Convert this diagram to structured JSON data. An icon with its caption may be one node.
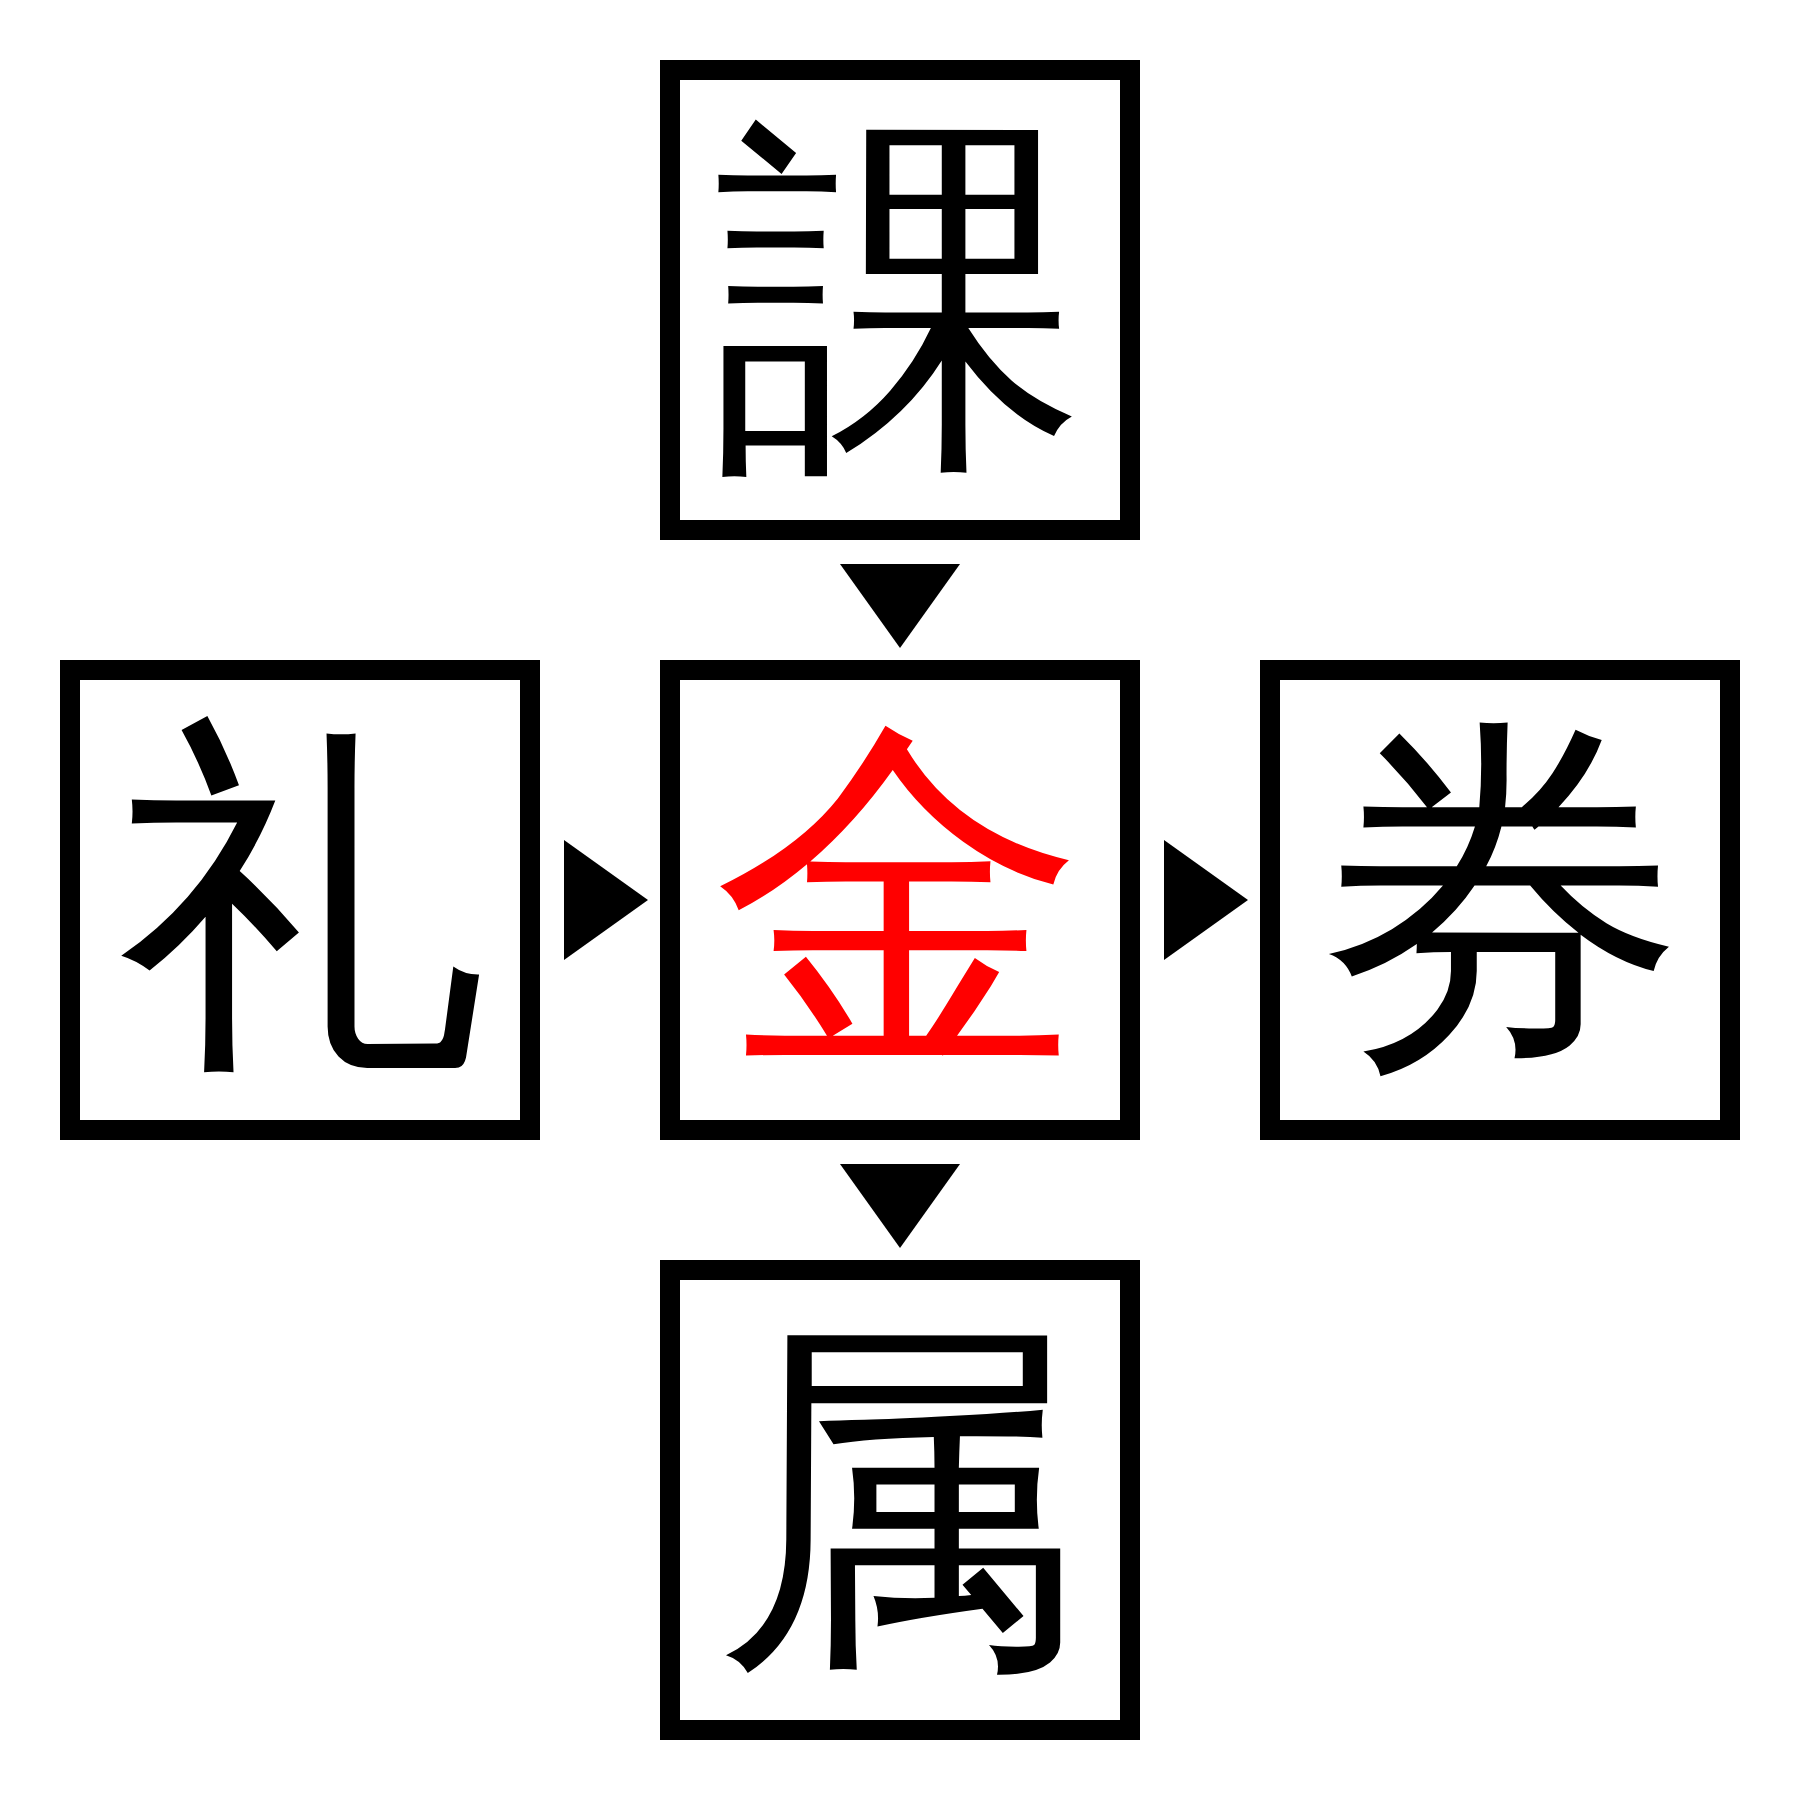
{
  "diagram": {
    "nodes": [
      {
        "text": [
          "課"
        ]
      },
      {
        "text": [
          "礼"
        ]
      },
      {
        "text": [
          "金"
        ]
      },
      {
        "text": [
          "券"
        ]
      },
      {
        "text": [
          "属"
        ]
      }
    ],
    "edges": [
      {
        "from": 0,
        "to": 2,
        "arrow": "to"
      },
      {
        "from": 1,
        "to": 2,
        "arrow": "to"
      },
      {
        "from": 2,
        "to": 3,
        "arrow": "to"
      },
      {
        "from": 2,
        "to": 4,
        "arrow": "to"
      }
    ]
  }
}
